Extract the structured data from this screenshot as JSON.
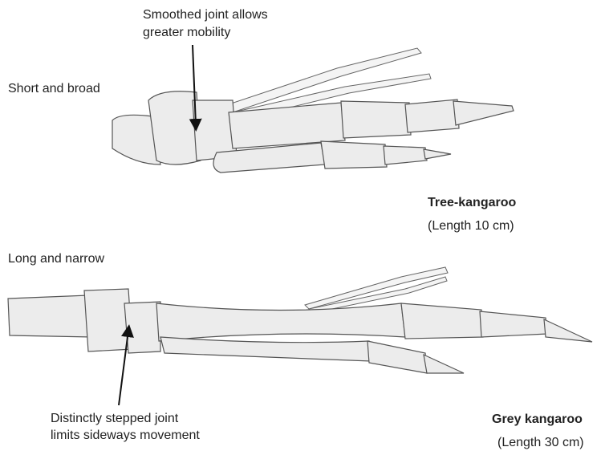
{
  "annotations": {
    "smoothed_joint": [
      "Smoothed joint allows",
      "greater mobility"
    ],
    "short_broad": "Short and broad",
    "long_narrow": "Long and narrow",
    "stepped_joint": [
      "Distinctly stepped joint",
      "limits sideways movement"
    ]
  },
  "species": [
    {
      "name": "Tree-kangaroo",
      "length": "(Length 10 cm)"
    },
    {
      "name": "Grey kangaroo",
      "length": "(Length 30 cm)"
    }
  ]
}
